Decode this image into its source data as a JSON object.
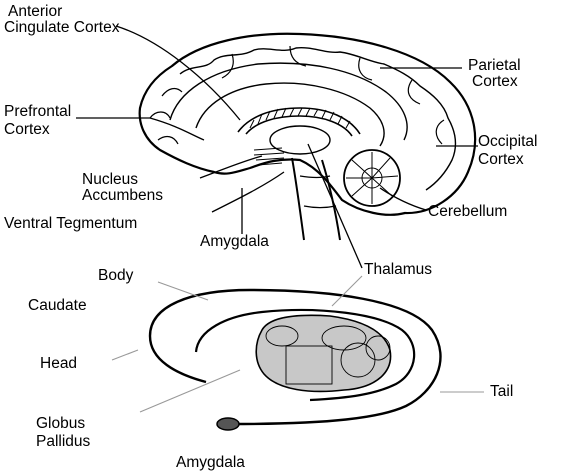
{
  "labels": {
    "anterior_cingulate": [
      "Anterior",
      "Cingulate Cortex"
    ],
    "parietal": [
      "Parietal",
      "Cortex"
    ],
    "prefrontal": [
      "Prefrontal",
      "Cortex"
    ],
    "occipital": [
      "Occipital",
      "Cortex"
    ],
    "nucleus_accumbens": [
      "Nucleus",
      "Accumbens"
    ],
    "ventral_tegmentum": "Ventral Tegmentum",
    "cerebellum": "Cerebellum",
    "amygdala_top": "Amygdala",
    "thalamus": "Thalamus",
    "body": "Body",
    "caudate": "Caudate",
    "head": "Head",
    "tail": "Tail",
    "globus_pallidus": [
      "Globus",
      "Pallidus"
    ],
    "amygdala_bottom": "Amygdala"
  },
  "colors": {
    "ink": "#000000",
    "putamen_fill": "#c8c8c8",
    "amygdala_node": "#555555",
    "leader_gray": "#999999"
  }
}
